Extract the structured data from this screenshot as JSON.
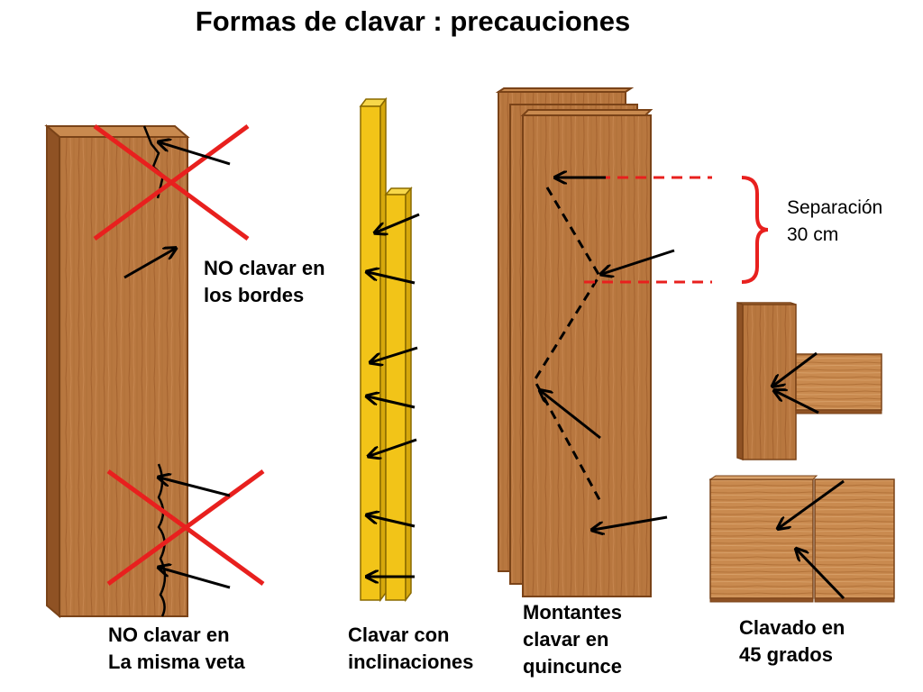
{
  "title": "Formas de clavar : precauciones",
  "labels": {
    "no_bordes": [
      "NO clavar en",
      "los bordes"
    ],
    "no_veta": [
      "NO clavar en",
      "La misma veta"
    ],
    "inclinaciones": [
      "Clavar con",
      "inclinaciones"
    ],
    "quincunce": [
      "Montantes",
      "clavar en",
      "quincunce"
    ],
    "separacion": [
      "Separación",
      "30 cm"
    ],
    "clavado45": [
      "Clavado en",
      "45 grados"
    ]
  },
  "colors": {
    "wood": "#b5743e",
    "wood_dark": "#7a4318",
    "yellow_board": "#f2c418",
    "cross": "#e8201e",
    "arrow": "#000000",
    "dashed_red": "#e8201e"
  }
}
